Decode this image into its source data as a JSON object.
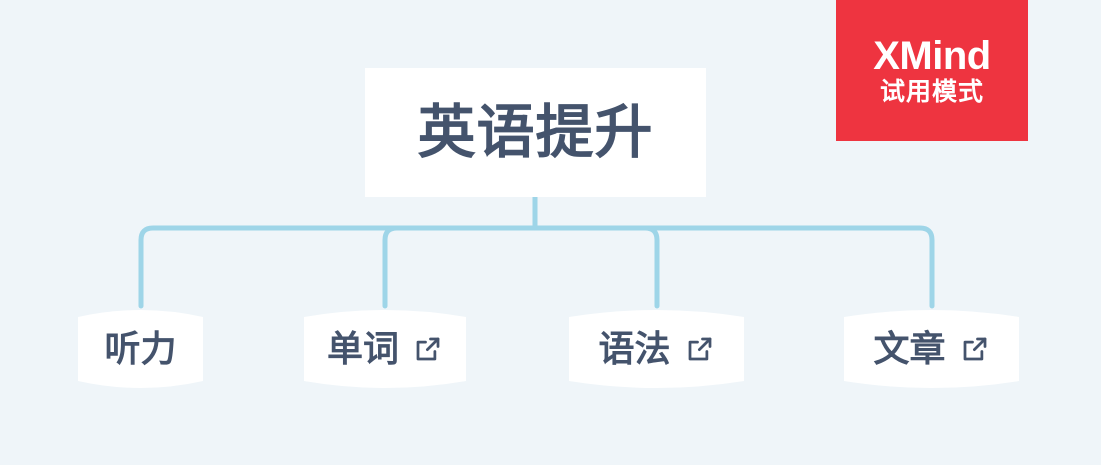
{
  "app": {
    "name": "XMind",
    "watermark": {
      "brand": "XMind",
      "mode_label": "试用模式",
      "background_color": "#ee3440",
      "text_color": "#ffffff"
    }
  },
  "canvas": {
    "background_color": "#eff5f9",
    "connector_color": "#9ed5e8",
    "topic_text_color": "#44536c",
    "topic_fill_color": "#ffffff"
  },
  "mindmap": {
    "central_topic": {
      "label": "英语提升",
      "shape": "rectangle"
    },
    "children": [
      {
        "label": "听力",
        "has_hyperlink": false,
        "link_icon": "external-link-icon",
        "shape": "lens"
      },
      {
        "label": "单词",
        "has_hyperlink": true,
        "link_icon": "external-link-icon",
        "shape": "lens"
      },
      {
        "label": "语法",
        "has_hyperlink": true,
        "link_icon": "external-link-icon",
        "shape": "lens"
      },
      {
        "label": "文章",
        "has_hyperlink": true,
        "link_icon": "external-link-icon",
        "shape": "lens"
      }
    ]
  }
}
